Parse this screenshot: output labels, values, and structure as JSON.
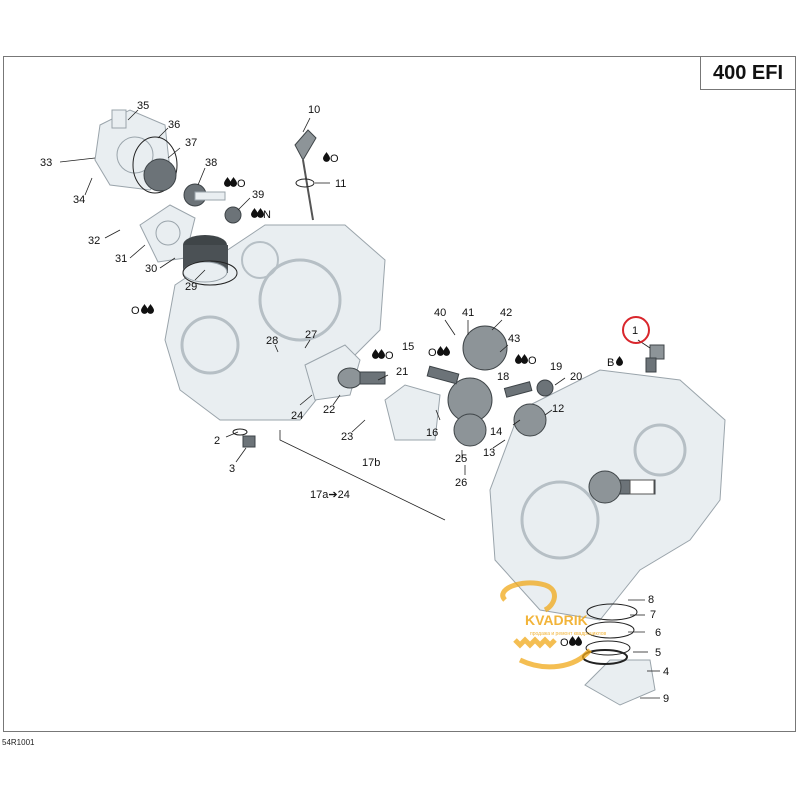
{
  "header": {
    "model": "400 EFI"
  },
  "footer": {
    "ref_code": "54R1001"
  },
  "highlight": {
    "part": "1",
    "color": "#d9262c"
  },
  "watermark": {
    "brand": "KVADRIK",
    "tagline": "продажа и ремонт квадроциклов",
    "color": "#f0a818"
  },
  "labels": {
    "p1": "1",
    "p2": "2",
    "p3": "3",
    "p4": "4",
    "p5": "5",
    "p6": "6",
    "p7": "7",
    "p8": "8",
    "p9": "9",
    "p10": "10",
    "p11": "11",
    "p12": "12",
    "p13": "13",
    "p14": "14",
    "p15": "15",
    "p16": "16",
    "p17a": "17a➔24",
    "p17b": "17b",
    "p18": "18",
    "p19": "19",
    "p20": "20",
    "p21": "21",
    "p22": "22",
    "p23": "23",
    "p24": "24",
    "p25": "25",
    "p26": "26",
    "p27": "27",
    "p28": "28",
    "p29": "29",
    "p30": "30",
    "p31": "31",
    "p32": "32",
    "p33": "33",
    "p34": "34",
    "p35": "35",
    "p36": "36",
    "p37": "37",
    "p38": "38",
    "p39": "39",
    "p40": "40",
    "p41": "41",
    "p42": "42",
    "p43": "43"
  },
  "lube_marks": {
    "m10": "O",
    "m38": "O",
    "m39": "N",
    "m29": "O",
    "m21": "O",
    "m15": "O",
    "m18": "O",
    "m1": "B",
    "m6": "O"
  }
}
